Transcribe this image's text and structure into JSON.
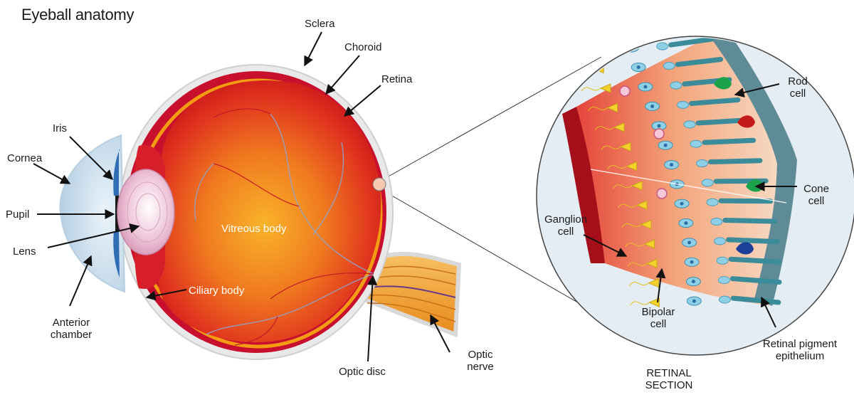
{
  "title": "Eyeball anatomy",
  "labels": {
    "sclera": "Sclera",
    "choroid": "Choroid",
    "retina": "Retina",
    "iris": "Iris",
    "cornea": "Cornea",
    "pupil": "Pupil",
    "lens": "Lens",
    "anterior_chamber": "Anterior\nchamber",
    "vitreous_body": "Vitreous body",
    "ciliary_body": "Ciliary body",
    "optic_disc": "Optic disc",
    "optic_nerve": "Optic\nnerve",
    "rod_cell": "Rod\ncell",
    "cone_cell": "Cone\ncell",
    "ganglion_cell": "Ganglion\ncell",
    "bipolar_cell": "Bipolar\ncell",
    "retinal_pigment_epithelium": "Retinal pigment\nepithelium",
    "retinal_section": "RETINAL\nSECTION"
  },
  "colors": {
    "sclera": "#e6e6e6",
    "choroid": "#c8102e",
    "retina_layer": "#f39c12",
    "vitreous_center": "#f7a21b",
    "vitreous_edge": "#d7261e",
    "cornea": "#cfe3f2",
    "iris": "#2f6db5",
    "lens": "#e9b8cf",
    "optic_nerve": "#f2a33a",
    "circle_bg": "#e4edf4",
    "rod": "#3a8c9a",
    "cone_green": "#1aa34a",
    "cone_red": "#c41a1a",
    "cone_blue": "#1c3f9a",
    "ganglion": "#f2d22b",
    "bipolar": "#8fd0e6",
    "epithelium": "#5f8b97"
  }
}
